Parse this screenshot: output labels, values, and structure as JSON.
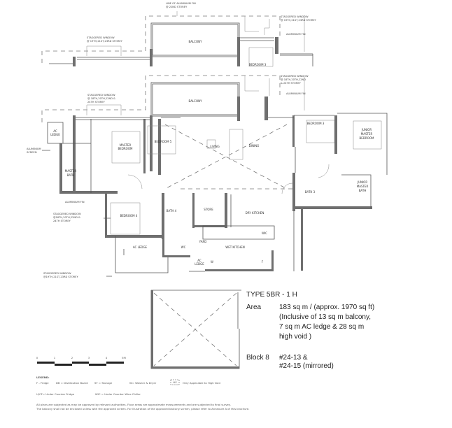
{
  "annotations": {
    "top_fin": [
      "LINE OF ALUMINIUM FIN",
      "@ 22ND STOREY"
    ],
    "upper_right_window": [
      "STAGGERED WINDOW",
      "@ 19TH,21ST,23RD STOREY"
    ],
    "upper_left_window": [
      "STAGGERED WINDOW",
      "@ 19TH,21ST,23RD STOREY"
    ],
    "aluminium_fin": "ALUMINIUM FIN",
    "lower_right_window": [
      "STAGGERED WINDOW",
      "@ 18TH,20TH,22ND",
      "& 24TH STOREY"
    ],
    "lower_left_window": [
      "STAGGERED WINDOW",
      "@ 18TH,20TH,22ND &",
      "24TH STOREY"
    ],
    "aluminium_screen": [
      "ALUMINIUM",
      "SCREEN"
    ],
    "bedroom4_window": [
      "STAGGERED WINDOW",
      "@18TH,20TH,22ND &",
      "24TH STOREY"
    ],
    "bottom_window": [
      "STAGGERED WINDOW",
      "@19TH,21ST,23RD STOREY"
    ]
  },
  "rooms": {
    "balcony": "BALCONY",
    "bedroom3": "BEDROOM 3",
    "ac_ledge": [
      "AC",
      "LEDGE"
    ],
    "master_bedroom": [
      "MASTER",
      "BEDROOM"
    ],
    "bedroom5": "BEDROOM 5",
    "living": "LIVING",
    "dining": "DINING",
    "junior_master_bedroom": [
      "JUNIOR",
      "MASTER",
      "BEDROOM"
    ],
    "master_bath": [
      "MASTER",
      "BATH"
    ],
    "bath3": "BATH 3",
    "junior_master_bath": [
      "JUNIOR",
      "MASTER",
      "BATH"
    ],
    "bedroom4": "BEDROOM 4",
    "bath4": "BATH 4",
    "store": "STORE",
    "dry_kitchen": "DRY KITCHEN",
    "wic": "WIC",
    "ac_ledge_bottom": "AC LEDGE",
    "wc": "WC",
    "yard": "YARD",
    "wet_kitchen": "WET KITCHEN",
    "ac_ledge_small": [
      "AC",
      "LEDGE"
    ],
    "washer": "W",
    "fridge": "F"
  },
  "unit_info": {
    "type": "TYPE 5BR - 1 H",
    "area_label": "Area",
    "area_value": [
      "183 sq m / (approx. 1970 sq ft)",
      "(Inclusive of 13 sq m balcony,",
      "7 sq m AC ledge & 28 sq m",
      "high void )"
    ],
    "block_label": "Block 8",
    "units": [
      "#24-13   &",
      "#24-15 (mirrored)"
    ]
  },
  "scale": {
    "ticks": [
      "0",
      "1",
      "2",
      "3",
      "4",
      "5M"
    ]
  },
  "legend": {
    "title": "LEGEND:",
    "items": [
      "F - Fridge",
      "DB = Distribution Board",
      "ST = Storage",
      "W= Washer & Dryer",
      "Only Applicable to High Void",
      "U/CF= Under Counter Fridge",
      "WIC = Under Counter Wine Chiller"
    ],
    "void_symbol": "HV",
    "disclaimer": [
      "All plans are subjected as may be approved by relevant authorities. Floor areas are approximate measurements and are subjected to final survey.",
      "The balcony shall not be enclosed unless with the approved screen. For illustration of the approved balcony screen, please refer to Annexure A of this brochure."
    ]
  }
}
